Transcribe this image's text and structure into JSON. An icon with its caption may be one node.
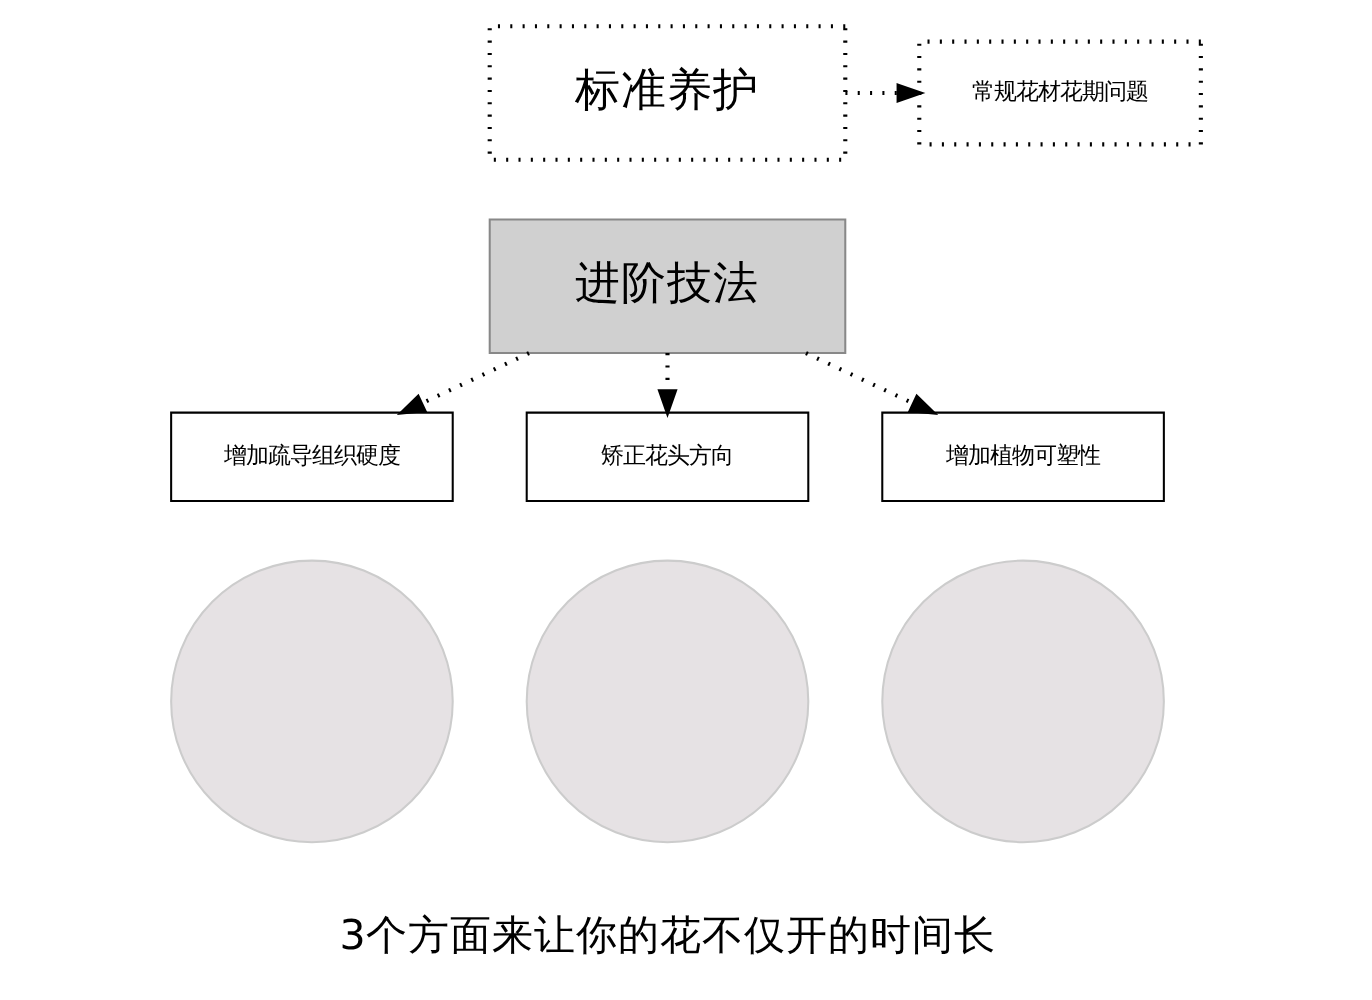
{
  "diagram": {
    "nodes": [
      {
        "text": [
          "标准养护"
        ]
      },
      {
        "text": [
          "常规花材花期问题"
        ]
      },
      {
        "text": [
          "进阶技法"
        ]
      },
      {
        "text": [
          "增加疏导组织硬度"
        ]
      },
      {
        "text": [
          "矫正花头方向"
        ]
      },
      {
        "text": [
          "增加植物可塑性"
        ]
      },
      {
        "text": [],
        "shape": "circle"
      },
      {
        "text": [],
        "shape": "circle"
      },
      {
        "text": [],
        "shape": "circle"
      }
    ],
    "edges": [
      {
        "from": 0,
        "to": 1,
        "arrow": "to",
        "style": "dashed"
      },
      {
        "from": 2,
        "to": 3,
        "arrow": "to",
        "style": "dashed"
      },
      {
        "from": 2,
        "to": 4,
        "arrow": "to",
        "style": "dashed"
      },
      {
        "from": 2,
        "to": 5,
        "arrow": "to",
        "style": "dashed"
      }
    ],
    "labels": [
      "3个方面来让你的花不仅开的时间长"
    ]
  }
}
